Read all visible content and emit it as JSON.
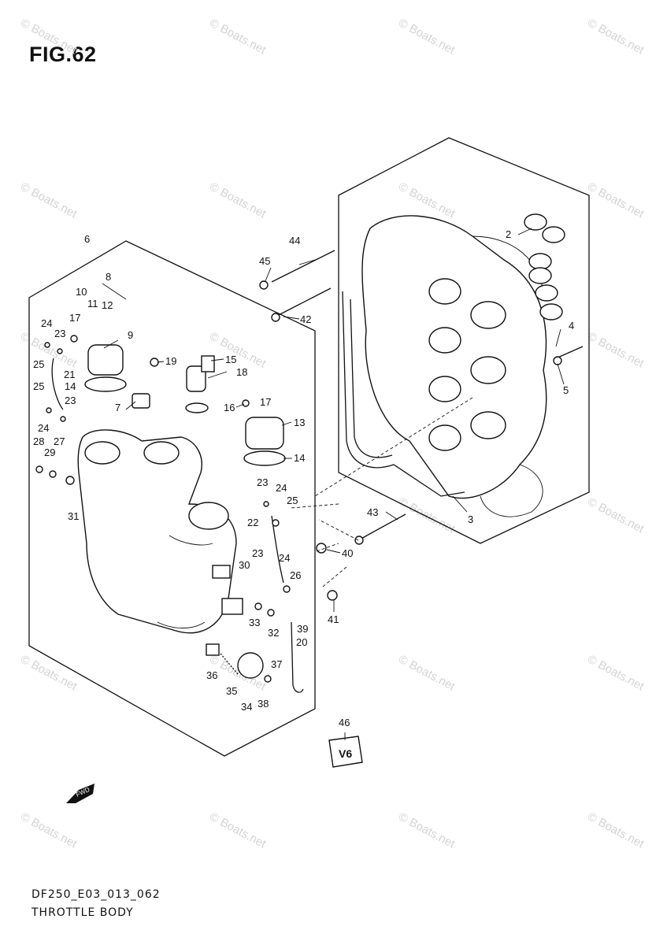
{
  "figure": {
    "title": "FIG.62",
    "code": "DF250_E03_013_062",
    "name": "THROTTLE BODY"
  },
  "watermark": "© Boats.net",
  "callouts": [
    {
      "id": "c2",
      "label": "2"
    },
    {
      "id": "c3",
      "label": "3"
    },
    {
      "id": "c4",
      "label": "4"
    },
    {
      "id": "c5",
      "label": "5"
    },
    {
      "id": "c6",
      "label": "6"
    },
    {
      "id": "c7",
      "label": "7"
    },
    {
      "id": "c8",
      "label": "8"
    },
    {
      "id": "c9",
      "label": "9"
    },
    {
      "id": "c10",
      "label": "10"
    },
    {
      "id": "c11",
      "label": "11"
    },
    {
      "id": "c12",
      "label": "12"
    },
    {
      "id": "c13",
      "label": "13"
    },
    {
      "id": "c14a",
      "label": "14"
    },
    {
      "id": "c14b",
      "label": "14"
    },
    {
      "id": "c15",
      "label": "15"
    },
    {
      "id": "c16",
      "label": "16"
    },
    {
      "id": "c17a",
      "label": "17"
    },
    {
      "id": "c17b",
      "label": "17"
    },
    {
      "id": "c18",
      "label": "18"
    },
    {
      "id": "c19",
      "label": "19"
    },
    {
      "id": "c20",
      "label": "20"
    },
    {
      "id": "c21",
      "label": "21"
    },
    {
      "id": "c22",
      "label": "22"
    },
    {
      "id": "c23a",
      "label": "23"
    },
    {
      "id": "c23b",
      "label": "23"
    },
    {
      "id": "c23c",
      "label": "23"
    },
    {
      "id": "c23d",
      "label": "23"
    },
    {
      "id": "c24a",
      "label": "24"
    },
    {
      "id": "c24b",
      "label": "24"
    },
    {
      "id": "c24c",
      "label": "24"
    },
    {
      "id": "c24d",
      "label": "24"
    },
    {
      "id": "c25a",
      "label": "25"
    },
    {
      "id": "c25b",
      "label": "25"
    },
    {
      "id": "c25c",
      "label": "25"
    },
    {
      "id": "c26",
      "label": "26"
    },
    {
      "id": "c27",
      "label": "27"
    },
    {
      "id": "c28",
      "label": "28"
    },
    {
      "id": "c29",
      "label": "29"
    },
    {
      "id": "c30",
      "label": "30"
    },
    {
      "id": "c31",
      "label": "31"
    },
    {
      "id": "c32",
      "label": "32"
    },
    {
      "id": "c33",
      "label": "33"
    },
    {
      "id": "c34",
      "label": "34"
    },
    {
      "id": "c35",
      "label": "35"
    },
    {
      "id": "c36",
      "label": "36"
    },
    {
      "id": "c37",
      "label": "37"
    },
    {
      "id": "c38",
      "label": "38"
    },
    {
      "id": "c39",
      "label": "39"
    },
    {
      "id": "c40",
      "label": "40"
    },
    {
      "id": "c41",
      "label": "41"
    },
    {
      "id": "c42",
      "label": "42"
    },
    {
      "id": "c43",
      "label": "43"
    },
    {
      "id": "c44",
      "label": "44"
    },
    {
      "id": "c45",
      "label": "45"
    },
    {
      "id": "c46",
      "label": "46"
    }
  ]
}
